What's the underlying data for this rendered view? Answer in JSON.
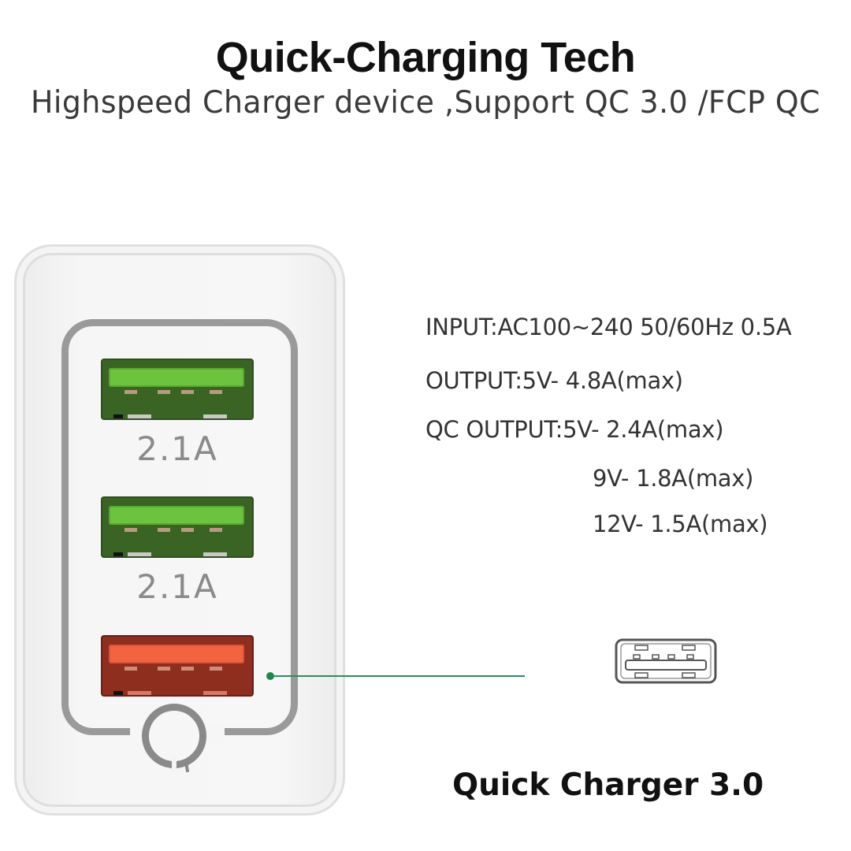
{
  "header": {
    "title": "Quick-Charging Tech",
    "subtitle": "Highspeed Charger device ,Support QC 3.0 /FCP QC"
  },
  "charger": {
    "ports": [
      {
        "type": "standard-usb",
        "color": "#6cc43e",
        "label": "2.1A"
      },
      {
        "type": "standard-usb",
        "color": "#6cc43e",
        "label": "2.1A"
      },
      {
        "type": "qc-usb",
        "color": "#f2643f",
        "label": ""
      }
    ],
    "indicator_color": "#1a8a4a"
  },
  "specs": {
    "input": "INPUT:AC100~240 50/60Hz 0.5A",
    "output": "OUTPUT:5V- 4.8A(max)",
    "qc_output": "QC OUTPUT:5V- 2.4A(max)",
    "qc_output_9v": "9V- 1.8A(max)",
    "qc_output_12v": "12V- 1.5A(max)"
  },
  "callout": {
    "icon": "usb-port-icon",
    "label": "Quick Charger 3.0"
  }
}
